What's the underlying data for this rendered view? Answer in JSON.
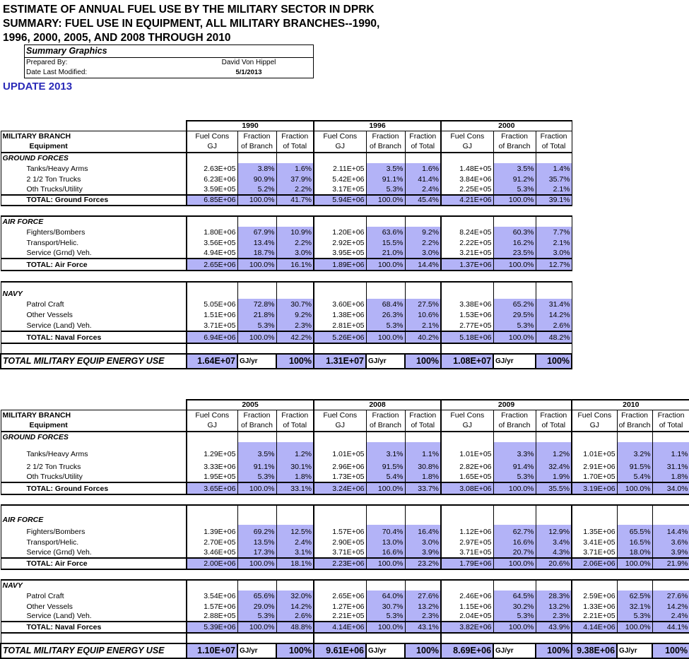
{
  "header": {
    "title_lines": [
      "ESTIMATE OF ANNUAL FUEL USE BY THE MILITARY SECTOR IN DPRK",
      "SUMMARY: FUEL USE IN EQUIPMENT, ALL MILITARY BRANCHES--1990,",
      "1996, 2000, 2005, AND 2008 THROUGH 2010"
    ],
    "summary_title": "Summary Graphics",
    "prepared_by_label": "Prepared By:",
    "prepared_by": "David Von Hippel",
    "date_label": "Date Last Modified:",
    "date": "5/1/2013",
    "update": "UPDATE 2013"
  },
  "common": {
    "branch_header": "MILITARY BRANCH",
    "equipment_header": "Equipment",
    "col_headers": [
      [
        "Fuel Cons",
        "GJ"
      ],
      [
        "Fraction",
        "of Branch"
      ],
      [
        "Fraction",
        "of Total"
      ]
    ],
    "grand_label": "TOTAL MILITARY EQUIP ENERGY USE",
    "grand_unit": "GJ/yr",
    "grand_pct": "100%"
  },
  "colors": {
    "shade": "#b3b3f7",
    "update": "#2a2ab8"
  },
  "tables": [
    {
      "years": [
        "1990",
        "1996",
        "2000"
      ],
      "sections": [
        {
          "name": "GROUND FORCES",
          "items": [
            {
              "label": "Tanks/Heavy Arms",
              "values": [
                [
                  "2.63E+05",
                  "3.8%",
                  "1.6%"
                ],
                [
                  "2.11E+05",
                  "3.5%",
                  "1.6%"
                ],
                [
                  "1.48E+05",
                  "3.5%",
                  "1.4%"
                ]
              ]
            },
            {
              "label": "2 1/2 Ton Trucks",
              "values": [
                [
                  "6.23E+06",
                  "90.9%",
                  "37.9%"
                ],
                [
                  "5.42E+06",
                  "91.1%",
                  "41.4%"
                ],
                [
                  "3.84E+06",
                  "91.2%",
                  "35.7%"
                ]
              ]
            },
            {
              "label": "Oth Trucks/Utility",
              "values": [
                [
                  "3.59E+05",
                  "5.2%",
                  "2.2%"
                ],
                [
                  "3.17E+05",
                  "5.3%",
                  "2.4%"
                ],
                [
                  "2.25E+05",
                  "5.3%",
                  "2.1%"
                ]
              ]
            }
          ],
          "total": {
            "label": "TOTAL: Ground Forces",
            "values": [
              [
                "6.85E+06",
                "100.0%",
                "41.7%"
              ],
              [
                "5.94E+06",
                "100.0%",
                "45.4%"
              ],
              [
                "4.21E+06",
                "100.0%",
                "39.1%"
              ]
            ]
          }
        },
        {
          "name": "AIR FORCE",
          "items": [
            {
              "label": "Fighters/Bombers",
              "values": [
                [
                  "1.80E+06",
                  "67.9%",
                  "10.9%"
                ],
                [
                  "1.20E+06",
                  "63.6%",
                  "9.2%"
                ],
                [
                  "8.24E+05",
                  "60.3%",
                  "7.7%"
                ]
              ]
            },
            {
              "label": "Transport/Helic.",
              "values": [
                [
                  "3.56E+05",
                  "13.4%",
                  "2.2%"
                ],
                [
                  "2.92E+05",
                  "15.5%",
                  "2.2%"
                ],
                [
                  "2.22E+05",
                  "16.2%",
                  "2.1%"
                ]
              ]
            },
            {
              "label": "Service (Grnd) Veh.",
              "values": [
                [
                  "4.94E+05",
                  "18.7%",
                  "3.0%"
                ],
                [
                  "3.95E+05",
                  "21.0%",
                  "3.0%"
                ],
                [
                  "3.21E+05",
                  "23.5%",
                  "3.0%"
                ]
              ]
            }
          ],
          "total": {
            "label": "TOTAL: Air Force",
            "values": [
              [
                "2.65E+06",
                "100.0%",
                "16.1%"
              ],
              [
                "1.89E+06",
                "100.0%",
                "14.4%"
              ],
              [
                "1.37E+06",
                "100.0%",
                "12.7%"
              ]
            ]
          }
        },
        {
          "name": "NAVY",
          "items": [
            {
              "label": "Patrol Craft",
              "values": [
                [
                  "5.05E+06",
                  "72.8%",
                  "30.7%"
                ],
                [
                  "3.60E+06",
                  "68.4%",
                  "27.5%"
                ],
                [
                  "3.38E+06",
                  "65.2%",
                  "31.4%"
                ]
              ]
            },
            {
              "label": "Other Vessels",
              "values": [
                [
                  "1.51E+06",
                  "21.8%",
                  "9.2%"
                ],
                [
                  "1.38E+06",
                  "26.3%",
                  "10.6%"
                ],
                [
                  "1.53E+06",
                  "29.5%",
                  "14.2%"
                ]
              ]
            },
            {
              "label": "Service (Land) Veh.",
              "values": [
                [
                  "3.71E+05",
                  "5.3%",
                  "2.3%"
                ],
                [
                  "2.81E+05",
                  "5.3%",
                  "2.1%"
                ],
                [
                  "2.77E+05",
                  "5.3%",
                  "2.6%"
                ]
              ]
            }
          ],
          "total": {
            "label": "TOTAL: Naval Forces",
            "values": [
              [
                "6.94E+06",
                "100.0%",
                "42.2%"
              ],
              [
                "5.26E+06",
                "100.0%",
                "40.2%"
              ],
              [
                "5.18E+06",
                "100.0%",
                "48.2%"
              ]
            ]
          }
        }
      ],
      "grand_totals": [
        "1.64E+07",
        "1.31E+07",
        "1.08E+07"
      ]
    },
    {
      "years": [
        "2005",
        "2008",
        "2009",
        "2010"
      ],
      "sections": [
        {
          "name": "GROUND FORCES",
          "items": [
            {
              "label": "Tanks/Heavy Arms",
              "values": [
                [
                  "1.29E+05",
                  "3.5%",
                  "1.2%"
                ],
                [
                  "1.01E+05",
                  "3.1%",
                  "1.1%"
                ],
                [
                  "1.01E+05",
                  "3.3%",
                  "1.2%"
                ],
                [
                  "1.01E+05",
                  "3.2%",
                  "1.1%"
                ]
              ]
            },
            {
              "label": "2 1/2 Ton Trucks",
              "values": [
                [
                  "3.33E+06",
                  "91.1%",
                  "30.1%"
                ],
                [
                  "2.96E+06",
                  "91.5%",
                  "30.8%"
                ],
                [
                  "2.82E+06",
                  "91.4%",
                  "32.4%"
                ],
                [
                  "2.91E+06",
                  "91.5%",
                  "31.1%"
                ]
              ]
            },
            {
              "label": "Oth Trucks/Utility",
              "values": [
                [
                  "1.95E+05",
                  "5.3%",
                  "1.8%"
                ],
                [
                  "1.73E+05",
                  "5.4%",
                  "1.8%"
                ],
                [
                  "1.65E+05",
                  "5.3%",
                  "1.9%"
                ],
                [
                  "1.70E+05",
                  "5.4%",
                  "1.8%"
                ]
              ]
            }
          ],
          "total": {
            "label": "TOTAL: Ground Forces",
            "values": [
              [
                "3.65E+06",
                "100.0%",
                "33.1%"
              ],
              [
                "3.24E+06",
                "100.0%",
                "33.7%"
              ],
              [
                "3.08E+06",
                "100.0%",
                "35.5%"
              ],
              [
                "3.19E+06",
                "100.0%",
                "34.0%"
              ]
            ]
          }
        },
        {
          "name": "AIR FORCE",
          "items": [
            {
              "label": "Fighters/Bombers",
              "values": [
                [
                  "1.39E+06",
                  "69.2%",
                  "12.5%"
                ],
                [
                  "1.57E+06",
                  "70.4%",
                  "16.4%"
                ],
                [
                  "1.12E+06",
                  "62.7%",
                  "12.9%"
                ],
                [
                  "1.35E+06",
                  "65.5%",
                  "14.4%"
                ]
              ]
            },
            {
              "label": "Transport/Helic.",
              "values": [
                [
                  "2.70E+05",
                  "13.5%",
                  "2.4%"
                ],
                [
                  "2.90E+05",
                  "13.0%",
                  "3.0%"
                ],
                [
                  "2.97E+05",
                  "16.6%",
                  "3.4%"
                ],
                [
                  "3.41E+05",
                  "16.5%",
                  "3.6%"
                ]
              ]
            },
            {
              "label": "Service (Grnd) Veh.",
              "values": [
                [
                  "3.46E+05",
                  "17.3%",
                  "3.1%"
                ],
                [
                  "3.71E+05",
                  "16.6%",
                  "3.9%"
                ],
                [
                  "3.71E+05",
                  "20.7%",
                  "4.3%"
                ],
                [
                  "3.71E+05",
                  "18.0%",
                  "3.9%"
                ]
              ]
            }
          ],
          "total": {
            "label": "TOTAL: Air Force",
            "values": [
              [
                "2.00E+06",
                "100.0%",
                "18.1%"
              ],
              [
                "2.23E+06",
                "100.0%",
                "23.2%"
              ],
              [
                "1.79E+06",
                "100.0%",
                "20.6%"
              ],
              [
                "2.06E+06",
                "100.0%",
                "21.9%"
              ]
            ]
          }
        },
        {
          "name": "NAVY",
          "items": [
            {
              "label": "Patrol Craft",
              "values": [
                [
                  "3.54E+06",
                  "65.6%",
                  "32.0%"
                ],
                [
                  "2.65E+06",
                  "64.0%",
                  "27.6%"
                ],
                [
                  "2.46E+06",
                  "64.5%",
                  "28.3%"
                ],
                [
                  "2.59E+06",
                  "62.5%",
                  "27.6%"
                ]
              ]
            },
            {
              "label": "Other Vessels",
              "values": [
                [
                  "1.57E+06",
                  "29.0%",
                  "14.2%"
                ],
                [
                  "1.27E+06",
                  "30.7%",
                  "13.2%"
                ],
                [
                  "1.15E+06",
                  "30.2%",
                  "13.2%"
                ],
                [
                  "1.33E+06",
                  "32.1%",
                  "14.2%"
                ]
              ]
            },
            {
              "label": "Service (Land) Veh.",
              "values": [
                [
                  "2.88E+05",
                  "5.3%",
                  "2.6%"
                ],
                [
                  "2.21E+05",
                  "5.3%",
                  "2.3%"
                ],
                [
                  "2.04E+05",
                  "5.3%",
                  "2.3%"
                ],
                [
                  "2.21E+05",
                  "5.3%",
                  "2.4%"
                ]
              ]
            }
          ],
          "total": {
            "label": "TOTAL: Naval Forces",
            "values": [
              [
                "5.39E+06",
                "100.0%",
                "48.8%"
              ],
              [
                "4.14E+06",
                "100.0%",
                "43.1%"
              ],
              [
                "3.82E+06",
                "100.0%",
                "43.9%"
              ],
              [
                "4.14E+06",
                "100.0%",
                "44.1%"
              ]
            ]
          }
        }
      ],
      "grand_totals": [
        "1.10E+07",
        "9.61E+06",
        "8.69E+06",
        "9.38E+06"
      ]
    }
  ]
}
